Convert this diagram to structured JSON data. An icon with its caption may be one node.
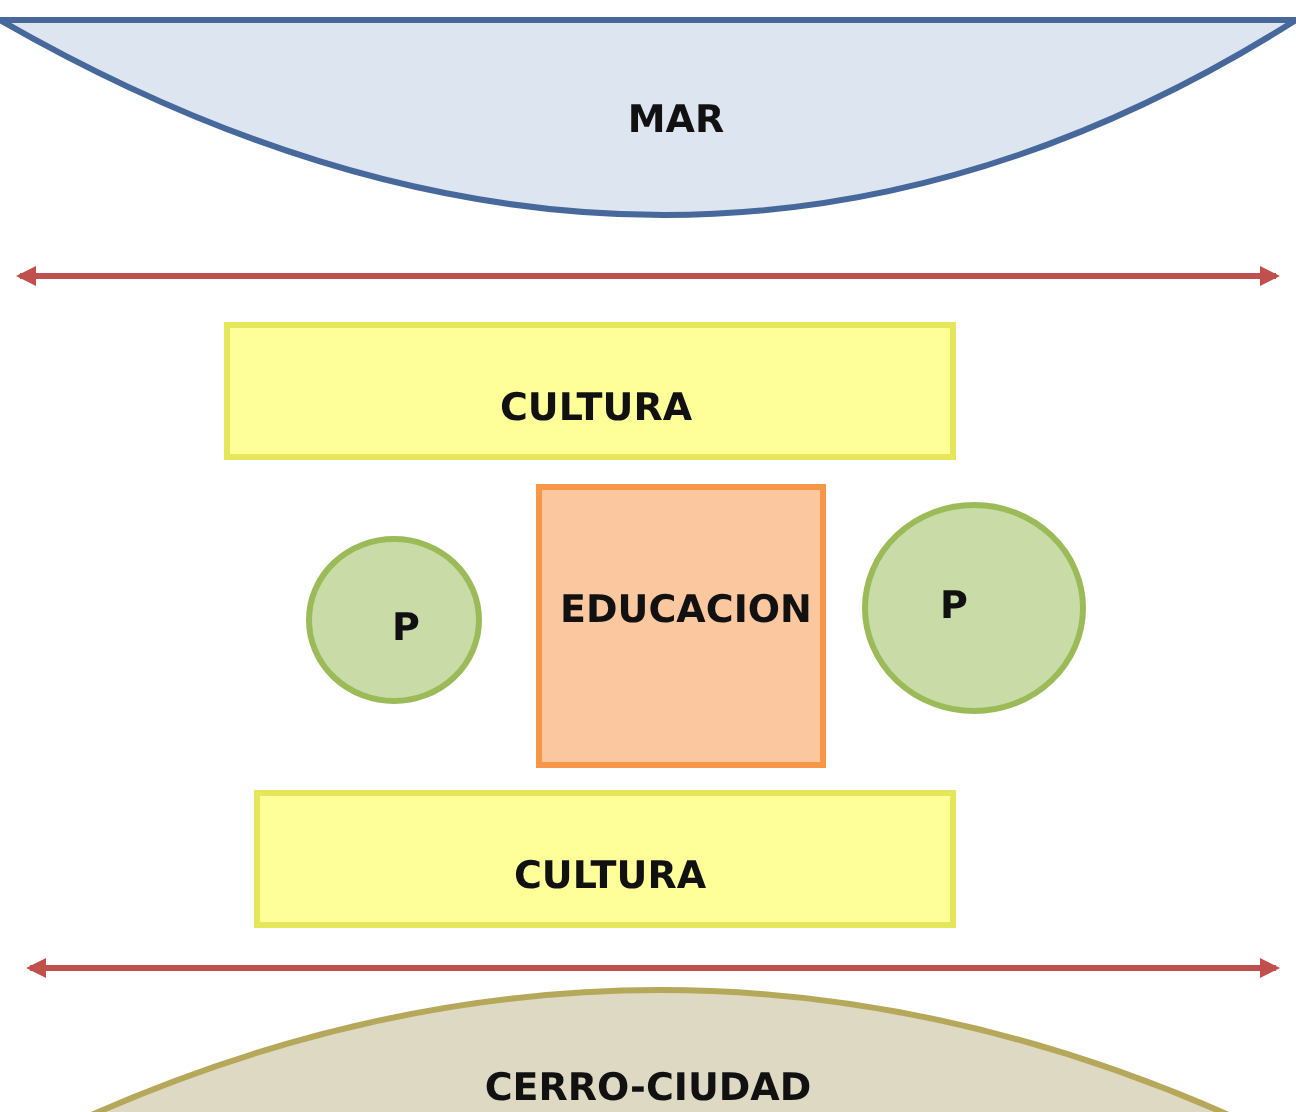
{
  "diagram": {
    "nodes": [
      {
        "text": [
          "MAR"
        ]
      },
      {
        "text": [
          "CULTURA"
        ]
      },
      {
        "text": [
          "P"
        ]
      },
      {
        "text": [
          "EDUCACION"
        ]
      },
      {
        "text": [
          "P"
        ]
      },
      {
        "text": [
          "CULTURA"
        ]
      },
      {
        "text": [
          "CERRO-CIUDAD"
        ]
      }
    ],
    "edges": []
  }
}
